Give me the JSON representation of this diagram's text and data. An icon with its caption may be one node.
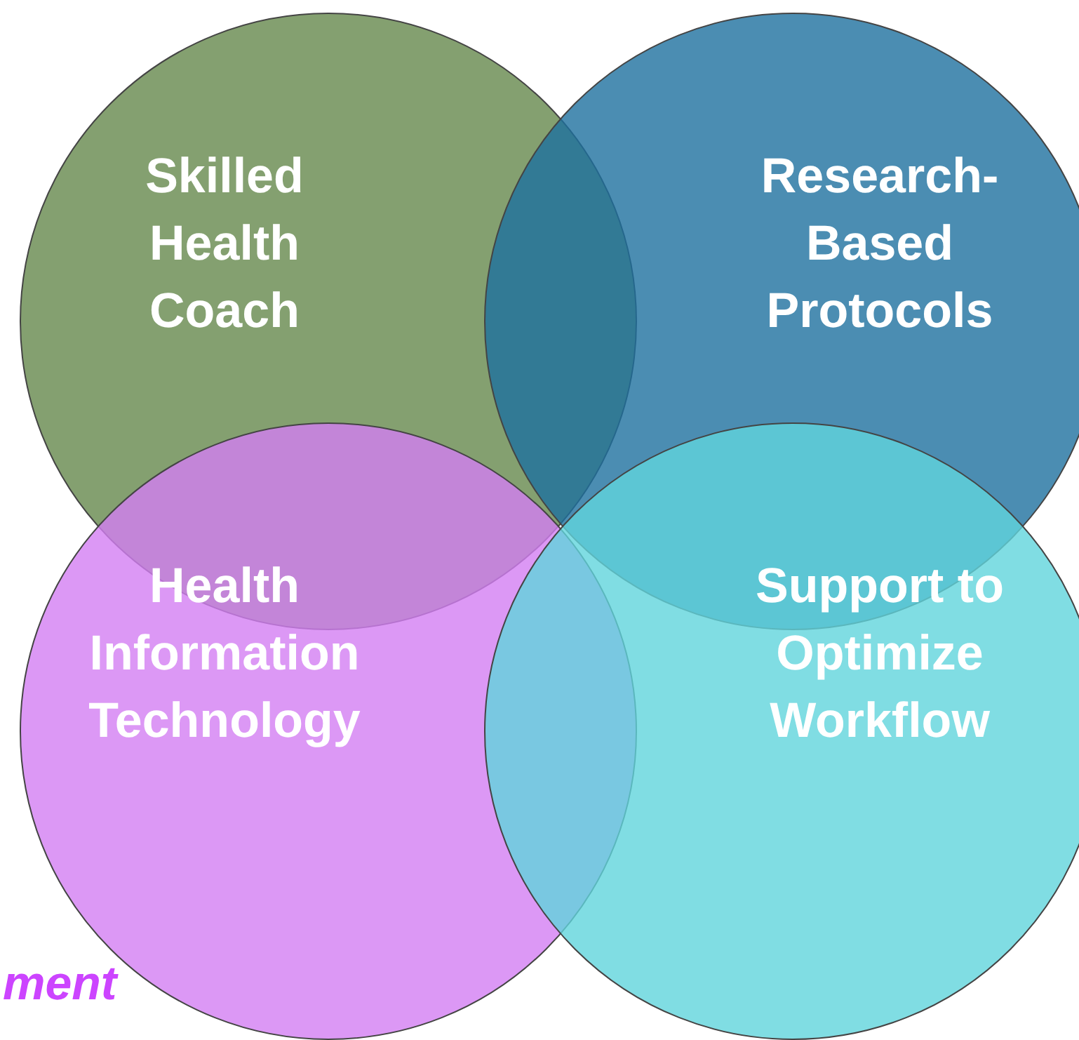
{
  "diagram": {
    "nodes": [
      {
        "text": [
          "Skilled Health Coach"
        ]
      },
      {
        "text": [
          "Research-Based Protocols"
        ]
      },
      {
        "text": [
          "Health Information Technology"
        ]
      },
      {
        "text": [
          "Support to Optimize Workflow"
        ]
      }
    ],
    "labels": [
      "ment"
    ]
  }
}
